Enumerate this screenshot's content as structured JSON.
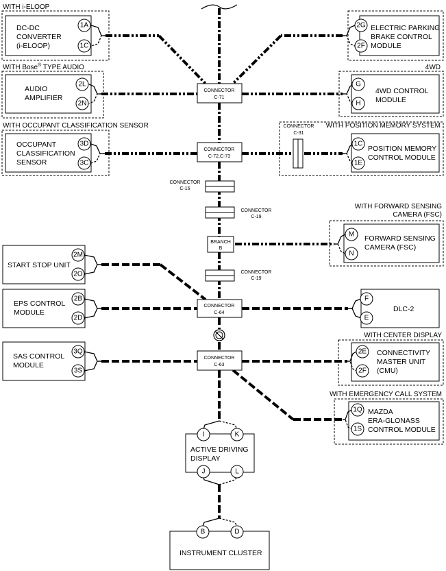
{
  "modules": {
    "dcdc": {
      "group": "WITH i-ELOOP",
      "lines": [
        "DC-DC",
        "CONVERTER",
        "(i-ELOOP)"
      ],
      "pins": [
        "1A",
        "1C"
      ]
    },
    "epb": {
      "lines": [
        "ELECTRIC PARKING",
        "BRAKE CONTROL",
        "MODULE"
      ],
      "pins": [
        "2G",
        "2F"
      ]
    },
    "audio": {
      "group_prefix": "WITH Bose",
      "group_sup": "®",
      "group_suffix": " TYPE AUDIO",
      "lines": [
        "AUDIO",
        "AMPLIFIER"
      ],
      "pins": [
        "2L",
        "2N"
      ]
    },
    "fourwd": {
      "group": "4WD",
      "lines": [
        "4WD CONTROL",
        "MODULE"
      ],
      "pins": [
        "G",
        "H"
      ]
    },
    "occupant": {
      "group": "WITH OCCUPANT CLASSIFICATION SENSOR",
      "lines": [
        "OCCUPANT",
        "CLASSIFICATION",
        "SENSOR"
      ],
      "pins": [
        "3D",
        "3C"
      ]
    },
    "position": {
      "group": "WITH POSITION MEMORY SYSTEM",
      "lines": [
        "POSITION MEMORY",
        "CONTROL MODULE"
      ],
      "pins": [
        "1C",
        "1E"
      ]
    },
    "fsc": {
      "group_lines": [
        "WITH FORWARD SENSING",
        "CAMERA (FSC)"
      ],
      "lines": [
        "FORWARD SENSING",
        "CAMERA (FSC)"
      ],
      "pins": [
        "M",
        "N"
      ]
    },
    "startstop": {
      "lines": [
        "START STOP UNIT"
      ],
      "pins": [
        "2M",
        "2O"
      ]
    },
    "eps": {
      "lines": [
        "EPS CONTROL",
        "MODULE"
      ],
      "pins": [
        "2B",
        "2D"
      ]
    },
    "dlc": {
      "lines": [
        "DLC-2"
      ],
      "pins": [
        "F",
        "E"
      ]
    },
    "sas": {
      "lines": [
        "SAS CONTROL",
        "MODULE"
      ],
      "pins": [
        "3Q",
        "3S"
      ]
    },
    "cmu": {
      "group": "WITH CENTER DISPLAY",
      "lines": [
        "CONNECTIVITY",
        "MASTER UNIT",
        "(CMU)"
      ],
      "pins": [
        "2E",
        "2F"
      ]
    },
    "era": {
      "group": "WITH EMERGENCY CALL SYSTEM",
      "lines": [
        "MAZDA",
        "ERA-GLONASS",
        "CONTROL MODULE"
      ],
      "pins": [
        "1Q",
        "1S"
      ]
    },
    "add": {
      "lines": [
        "ACTIVE DRIVING",
        "DISPLAY"
      ],
      "pins": [
        "I",
        "K",
        "J",
        "L"
      ]
    },
    "cluster": {
      "lines": [
        "INSTRUMENT CLUSTER"
      ],
      "pins": [
        "B",
        "D"
      ]
    }
  },
  "connectors": {
    "c71": [
      "CONNECTOR",
      "C-71"
    ],
    "c7273": [
      "CONNECTOR",
      "C-72,C-73"
    ],
    "c31": [
      "CONNECTOR",
      "C-31"
    ],
    "c16": [
      "CONNECTOR",
      "C-16"
    ],
    "c19a": [
      "CONNECTOR",
      "C-19"
    ],
    "branch": [
      "BRANCH",
      "B"
    ],
    "c19b": [
      "CONNECTOR",
      "C-19"
    ],
    "c64": [
      "CONNECTOR",
      "C-64"
    ],
    "c63": [
      "CONNECTOR",
      "C-63"
    ]
  }
}
